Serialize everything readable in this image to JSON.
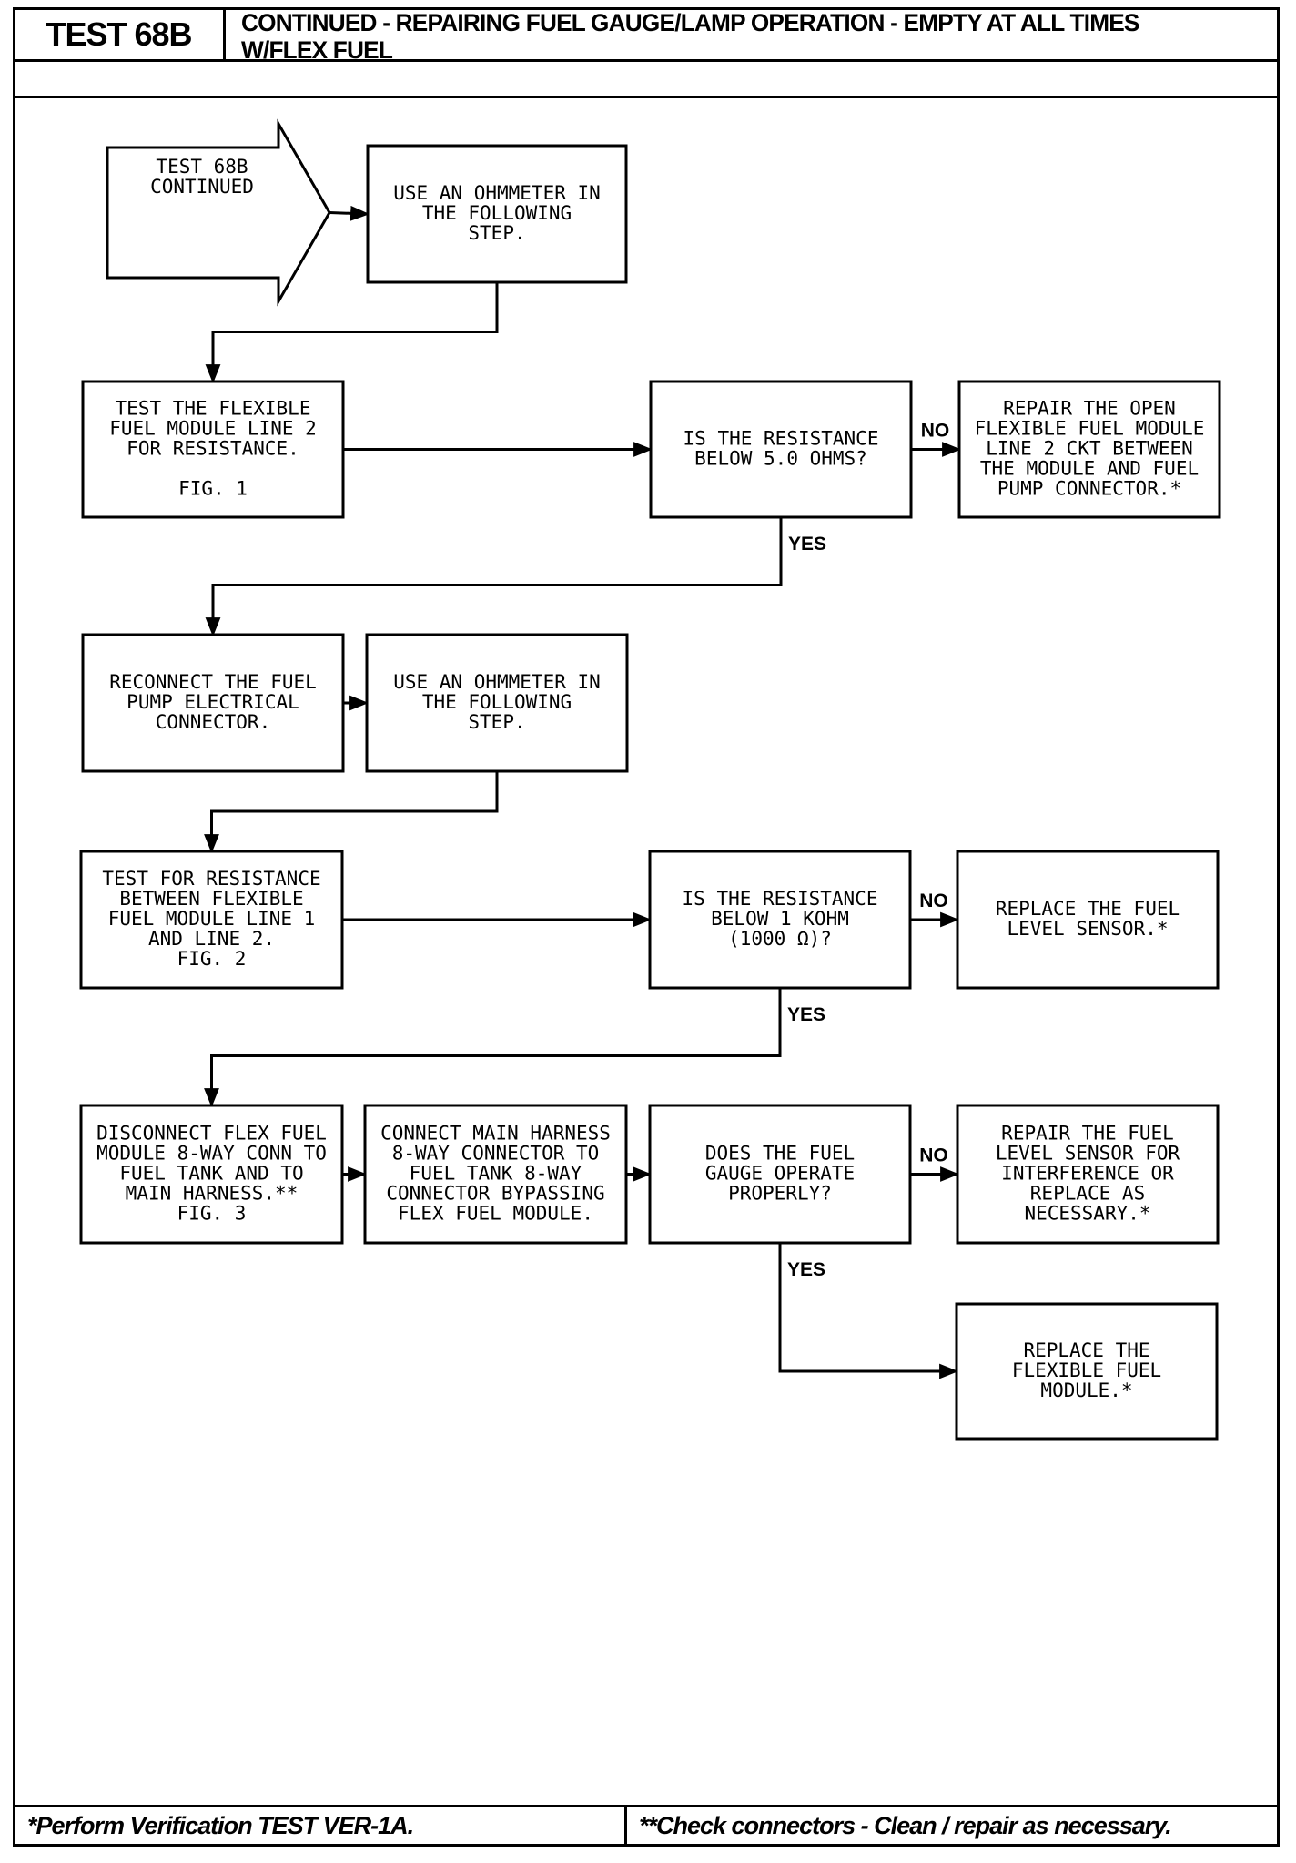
{
  "header": {
    "test_id": "TEST 68B",
    "title_line1": "CONTINUED - REPAIRING FUEL GAUGE/LAMP OPERATION - EMPTY AT ALL TIMES",
    "title_line2": "W/FLEX FUEL"
  },
  "flowchart": {
    "nodes": [
      {
        "id": "start",
        "lines": [
          "TEST 68B",
          "CONTINUED"
        ]
      },
      {
        "id": "n1",
        "lines": [
          "USE AN OHMMETER IN",
          "THE FOLLOWING",
          "STEP."
        ]
      },
      {
        "id": "n2",
        "lines": [
          "TEST THE FLEXIBLE",
          "FUEL MODULE LINE 2",
          "FOR RESISTANCE.",
          "",
          "FIG. 1"
        ]
      },
      {
        "id": "q1",
        "lines": [
          "IS THE RESISTANCE",
          "BELOW 5.0 OHMS?"
        ]
      },
      {
        "id": "r1",
        "lines": [
          "REPAIR THE OPEN",
          "FLEXIBLE FUEL MODULE",
          "LINE 2 CKT BETWEEN",
          "THE MODULE AND FUEL",
          "PUMP CONNECTOR.*"
        ]
      },
      {
        "id": "n3",
        "lines": [
          "RECONNECT THE FUEL",
          "PUMP ELECTRICAL",
          "CONNECTOR."
        ]
      },
      {
        "id": "n4",
        "lines": [
          "USE AN OHMMETER IN",
          "THE FOLLOWING",
          "STEP."
        ]
      },
      {
        "id": "n5",
        "lines": [
          "TEST FOR RESISTANCE",
          "BETWEEN FLEXIBLE",
          "FUEL MODULE LINE 1",
          "AND LINE 2.",
          "FIG. 2"
        ]
      },
      {
        "id": "q2",
        "lines": [
          "IS THE RESISTANCE",
          "BELOW 1 KOHM",
          "(1000 Ω)?"
        ]
      },
      {
        "id": "r2",
        "lines": [
          "REPLACE THE FUEL",
          "LEVEL SENSOR.*"
        ]
      },
      {
        "id": "n6",
        "lines": [
          "DISCONNECT FLEX FUEL",
          "MODULE 8-WAY CONN TO",
          "FUEL TANK AND TO",
          "MAIN HARNESS.**",
          "FIG. 3"
        ]
      },
      {
        "id": "n7",
        "lines": [
          "CONNECT MAIN HARNESS",
          "8-WAY CONNECTOR TO",
          "FUEL TANK 8-WAY",
          "CONNECTOR BYPASSING",
          "FLEX FUEL MODULE."
        ]
      },
      {
        "id": "q3",
        "lines": [
          "DOES THE FUEL",
          "GAUGE OPERATE",
          "PROPERLY?"
        ]
      },
      {
        "id": "r3",
        "lines": [
          "REPAIR THE FUEL",
          "LEVEL SENSOR FOR",
          "INTERFERENCE OR",
          "REPLACE AS",
          "NECESSARY.*"
        ]
      },
      {
        "id": "r4",
        "lines": [
          "REPLACE THE",
          "FLEXIBLE FUEL",
          "MODULE.*"
        ]
      }
    ],
    "edges": [
      {
        "from": "start",
        "to": "n1",
        "label": ""
      },
      {
        "from": "n1",
        "to": "n2",
        "label": ""
      },
      {
        "from": "n2",
        "to": "q1",
        "label": ""
      },
      {
        "from": "q1",
        "to": "r1",
        "label": "NO"
      },
      {
        "from": "q1",
        "to": "n3",
        "label": "YES"
      },
      {
        "from": "n3",
        "to": "n4",
        "label": ""
      },
      {
        "from": "n4",
        "to": "n5",
        "label": ""
      },
      {
        "from": "n5",
        "to": "q2",
        "label": ""
      },
      {
        "from": "q2",
        "to": "r2",
        "label": "NO"
      },
      {
        "from": "q2",
        "to": "n6",
        "label": "YES"
      },
      {
        "from": "n6",
        "to": "n7",
        "label": ""
      },
      {
        "from": "n7",
        "to": "q3",
        "label": ""
      },
      {
        "from": "q3",
        "to": "r3",
        "label": "NO"
      },
      {
        "from": "q3",
        "to": "r4",
        "label": "YES"
      }
    ]
  },
  "footer": {
    "left": "*Perform Verification TEST VER-1A.",
    "right": "**Check connectors - Clean / repair as necessary."
  }
}
